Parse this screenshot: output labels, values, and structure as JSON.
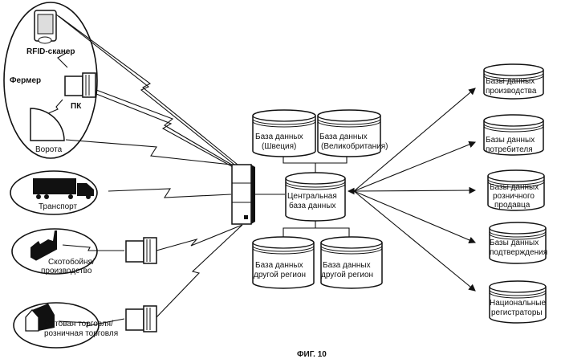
{
  "figure": {
    "caption": "ФИГ. 10"
  },
  "sources": {
    "farmer": {
      "label": "Фермер",
      "rfid": "RFID-сканер",
      "pc": "ПК",
      "gate": "Ворота"
    },
    "transport": {
      "label": "Транспорт"
    },
    "slaughter": {
      "line1": "Скотобойня/",
      "line2": "производство"
    },
    "retail": {
      "line1": "Оптовая торговля/",
      "line2": "розничная торговля"
    }
  },
  "databases": {
    "sweden": {
      "line1": "База данных",
      "line2": "(Швеция)"
    },
    "uk": {
      "line1": "База данных",
      "line2": "(Великобритания)"
    },
    "central": {
      "line1": "Центральная",
      "line2": "база данных"
    },
    "region1": {
      "line1": "База данных",
      "line2": "другой регион"
    },
    "region2": {
      "line1": "База данных",
      "line2": "другой регион"
    }
  },
  "targets": [
    {
      "line1": "Базы данных",
      "line2": "производства"
    },
    {
      "line1": "Базы данных",
      "line2": "потребителя"
    },
    {
      "line1": "Базы данных",
      "line2": "розничного",
      "line3": "продавца"
    },
    {
      "line1": "Базы данных",
      "line2": "подтверждения"
    },
    {
      "line1": "Национальные",
      "line2": "регистраторы"
    }
  ]
}
